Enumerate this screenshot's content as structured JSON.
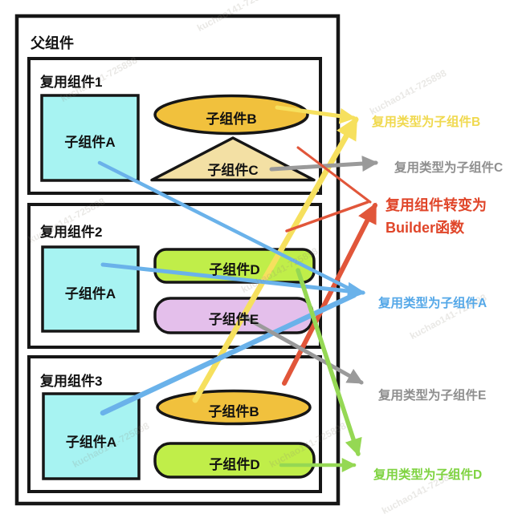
{
  "parent_label": "父组件",
  "groups": [
    {
      "title": "复用组件1",
      "items": [
        "子组件A",
        "子组件B",
        "子组件C"
      ]
    },
    {
      "title": "复用组件2",
      "items": [
        "子组件A",
        "子组件D",
        "子组件E"
      ]
    },
    {
      "title": "复用组件3",
      "items": [
        "子组件A",
        "子组件B",
        "子组件D"
      ]
    }
  ],
  "annotations": {
    "b": {
      "text": "复用类型为子组件B",
      "color": "#f0d94f"
    },
    "c": {
      "text": "复用类型为子组件C",
      "color": "#8f8f8f"
    },
    "builder": {
      "line1": "复用组件转变为",
      "line2": "Builder函数",
      "color": "#e0462a"
    },
    "a": {
      "text": "复用类型为子组件A",
      "color": "#55a8e8"
    },
    "e": {
      "text": "复用类型为子组件E",
      "color": "#8f8f8f"
    },
    "d": {
      "text": "复用类型为子组件D",
      "color": "#7fd341"
    }
  },
  "shape_colors": {
    "child_a": "#a7f3f2",
    "child_b": "#f1c13d",
    "child_c": "#f3e0a4",
    "child_d": "#c0ee49",
    "child_e": "#e4bfeb"
  },
  "arrow_colors": {
    "yellow": "#f6e05e",
    "gray": "#9a9a9a",
    "red": "#e1563a",
    "blue": "#6ab2ea",
    "green": "#95d854"
  },
  "watermark": "kuchao141-725898"
}
